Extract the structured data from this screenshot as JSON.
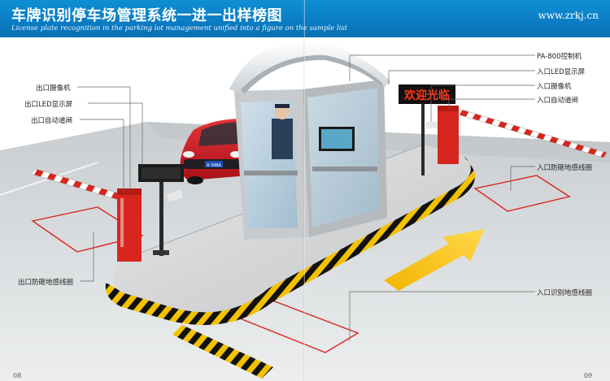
{
  "header": {
    "title": "车牌识别停车场管理系统一进一出样榜图",
    "subtitle": "License plate recognition in the parking lot management unified into a figure on the sample list",
    "website": "www.zrkj.cn"
  },
  "scene": {
    "led_text": "欢迎光临",
    "car_plate": "A·346A"
  },
  "labels_left": {
    "exit_camera": "出口摄像机",
    "exit_led": "出口LED显示屏",
    "exit_barrier": "出口自动道闸",
    "exit_loop": "出口防砸地感线圈"
  },
  "labels_right": {
    "controller": "PA-800控制机",
    "entry_led": "入口LED显示屏",
    "entry_camera": "入口摄像机",
    "entry_barrier": "入口自动道闸",
    "entry_loop": "入口防砸地感线圈",
    "entry_recognition_loop": "入口识别地感线圈"
  },
  "page_numbers": {
    "left": "08",
    "right": "09"
  },
  "colors": {
    "header_blue": "#0a7cc4",
    "barrier_red": "#d7261e",
    "arrow_yellow": "#f4c20d",
    "led_text": "#ff3a1a",
    "hazard_yellow": "#f2c200",
    "road_gray": "#d9dbdc"
  }
}
